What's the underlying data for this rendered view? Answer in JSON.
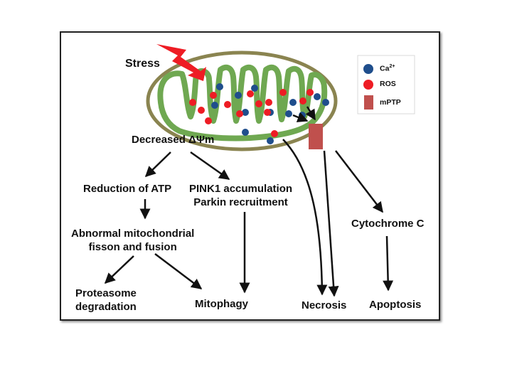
{
  "labels": {
    "stress": "Stress",
    "decreased_potential": "Decreased ΔΨm",
    "reduction_atp": "Reduction of ATP",
    "pink1_line1": "PINK1 accumulation",
    "pink1_line2": "Parkin recruitment",
    "abnormal_line1": "Abnormal mitochondrial",
    "abnormal_line2": "fisson and fusion",
    "proteasome_line1": "Proteasome",
    "proteasome_line2": "degradation",
    "mitophagy": "Mitophagy",
    "necrosis": "Necrosis",
    "cytochrome": "Cytochrome C",
    "apoptosis": "Apoptosis"
  },
  "legend": {
    "calcium_base": "Ca",
    "calcium_sup": "2+",
    "ros": "ROS",
    "mptp": "mPTP"
  },
  "colors": {
    "calcium": "#1f4e8c",
    "ros": "#ee1c24",
    "mptp": "#c0504d",
    "membrane_outer": "#8a8450",
    "membrane_inner": "#6fa851",
    "stress_bolt": "#ee1c24"
  },
  "icons": {
    "stress": "lightning-bolt-icon",
    "organelle": "mitochondrion-icon",
    "pore": "mptp-pore-icon"
  }
}
